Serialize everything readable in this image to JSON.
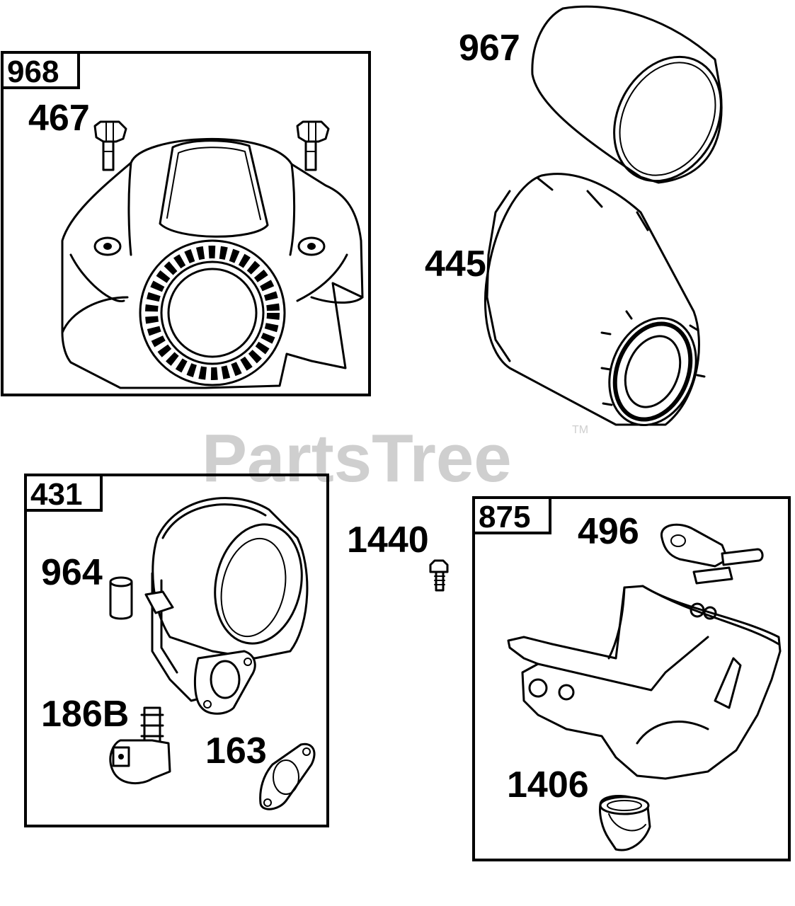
{
  "watermark": {
    "text": "PartsTree",
    "trademark": "TM",
    "color": "#cfcfcf"
  },
  "groups": [
    {
      "id": "968",
      "parts": [
        "467"
      ]
    },
    {
      "id": "431",
      "parts": [
        "964",
        "186B",
        "163"
      ]
    },
    {
      "id": "875",
      "parts": [
        "496",
        "1406"
      ]
    }
  ],
  "labels": {
    "g968": "968",
    "p467": "467",
    "p967": "967",
    "p445": "445",
    "g431": "431",
    "p964": "964",
    "p186B": "186B",
    "p163": "163",
    "p1440": "1440",
    "g875": "875",
    "p496": "496",
    "p1406": "1406"
  }
}
